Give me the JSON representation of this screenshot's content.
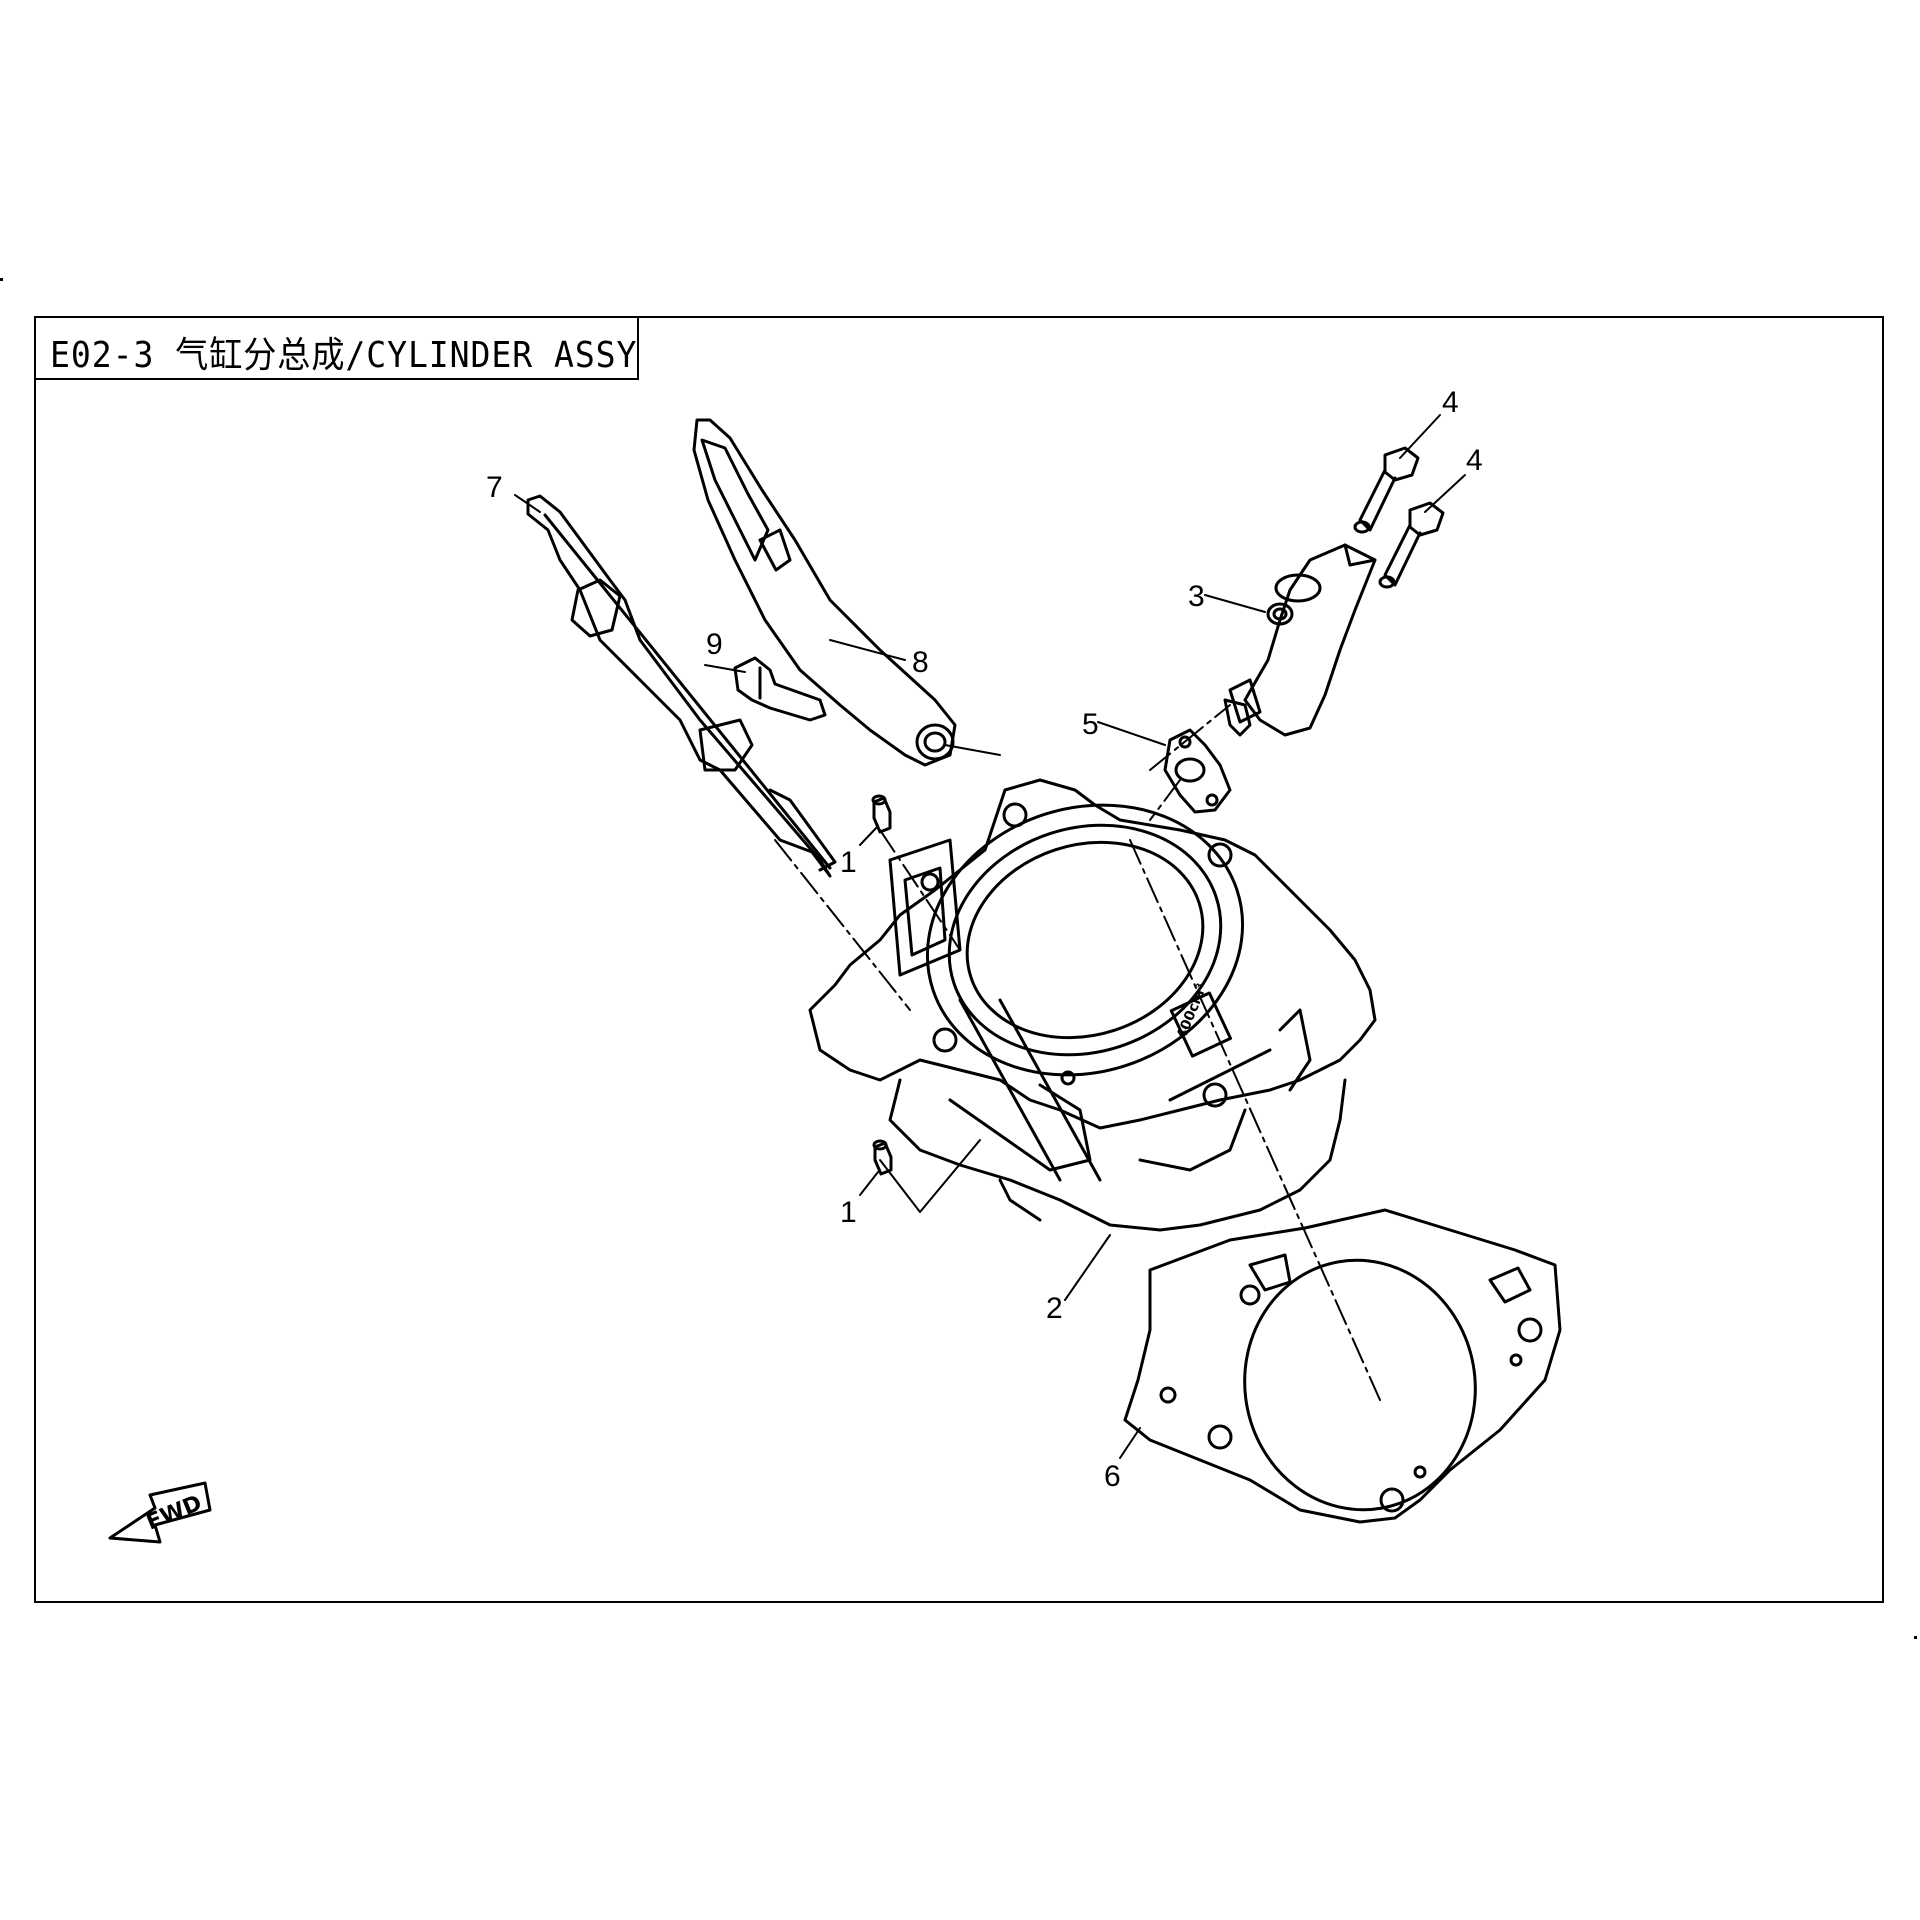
{
  "title": "E02-3 气缸分总成/CYLINDER ASSY",
  "direction_label": "FWD",
  "cylinder_marking": "400cm³",
  "callouts": [
    {
      "id": "c1a",
      "label": "1"
    },
    {
      "id": "c1b",
      "label": "1"
    },
    {
      "id": "c2",
      "label": "2"
    },
    {
      "id": "c3",
      "label": "3"
    },
    {
      "id": "c4a",
      "label": "4"
    },
    {
      "id": "c4b",
      "label": "4"
    },
    {
      "id": "c5",
      "label": "5"
    },
    {
      "id": "c6",
      "label": "6"
    },
    {
      "id": "c7",
      "label": "7"
    },
    {
      "id": "c8",
      "label": "8"
    },
    {
      "id": "c9",
      "label": "9"
    }
  ]
}
